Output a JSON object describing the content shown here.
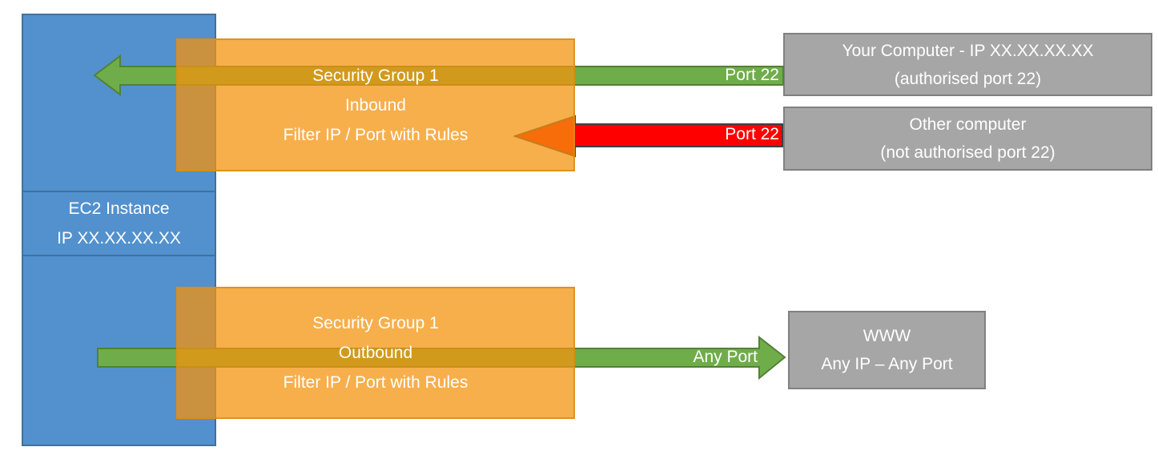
{
  "colors": {
    "ec2_fill": "#5291CE",
    "ec2_border": "#41719C",
    "security_group_fill": "#F4930E",
    "security_group_alpha": 0.74,
    "security_group_border": "#DE8C10",
    "allowed_green": "#6FAD4A",
    "allowed_green_border": "#538135",
    "blocked_red": "#FF0000",
    "blocked_red_border": "#404040",
    "external_gray": "#A6A6A6",
    "external_gray_border": "#808080",
    "text_white": "#FFFFFF"
  },
  "ec2": {
    "line1": "EC2 Instance",
    "line2": "IP XX.XX.XX.XX"
  },
  "sg_inbound": {
    "line1": "Security Group 1",
    "line2": "Inbound",
    "line3": "Filter IP / Port with Rules"
  },
  "sg_outbound": {
    "line1": "Security Group 1",
    "line2": "Outbound",
    "line3": "Filter IP / Port with Rules"
  },
  "your_computer": {
    "line1": "Your Computer - IP XX.XX.XX.XX",
    "line2": "(authorised port 22)"
  },
  "other_computer": {
    "line1": "Other computer",
    "line2": "(not authorised port 22)"
  },
  "www": {
    "line1": "WWW",
    "line2": "Any IP – Any Port"
  },
  "labels": {
    "inbound_allowed": "Port 22",
    "inbound_blocked": "Port 22",
    "outbound": "Any Port"
  }
}
